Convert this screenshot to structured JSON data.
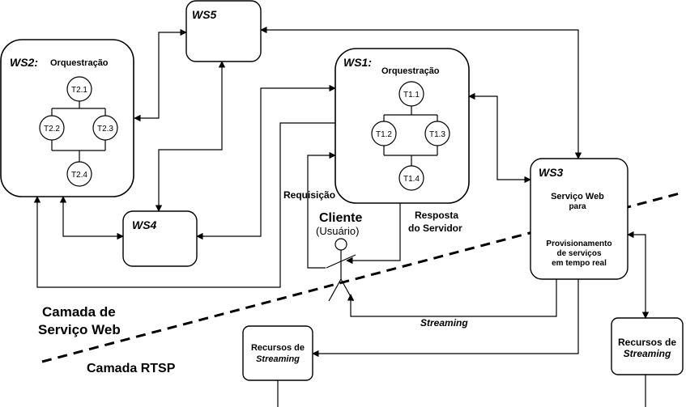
{
  "ws2": {
    "title": "WS2:",
    "subtitle": "Orquestração",
    "tasks": [
      "T2.1",
      "T2.2",
      "T2.3",
      "T2.4"
    ]
  },
  "ws5": {
    "title": "WS5"
  },
  "ws1": {
    "title": "WS1:",
    "subtitle": "Orquestração",
    "tasks": [
      "T1.1",
      "T1.2",
      "T1.3",
      "T1.4"
    ]
  },
  "ws4": {
    "title": "WS4"
  },
  "ws3": {
    "title": "WS3",
    "line1": "Serviço Web",
    "line2": "para",
    "line3": "Provisionamento",
    "line4": "de serviços",
    "line5": "em tempo real"
  },
  "labels": {
    "requisicao": "Requisição",
    "resposta_1": "Resposta",
    "resposta_2": "do Servidor",
    "cliente": "Cliente",
    "usuario": "(Usuário)",
    "streaming": "Streaming"
  },
  "layers": {
    "web_1": "Camada de",
    "web_2": "Serviço Web",
    "rtsp": "Camada RTSP"
  },
  "resources": {
    "left_1": "Recursos de",
    "left_2": "Streaming",
    "right_1": "Recursos de",
    "right_2": "Streaming"
  }
}
